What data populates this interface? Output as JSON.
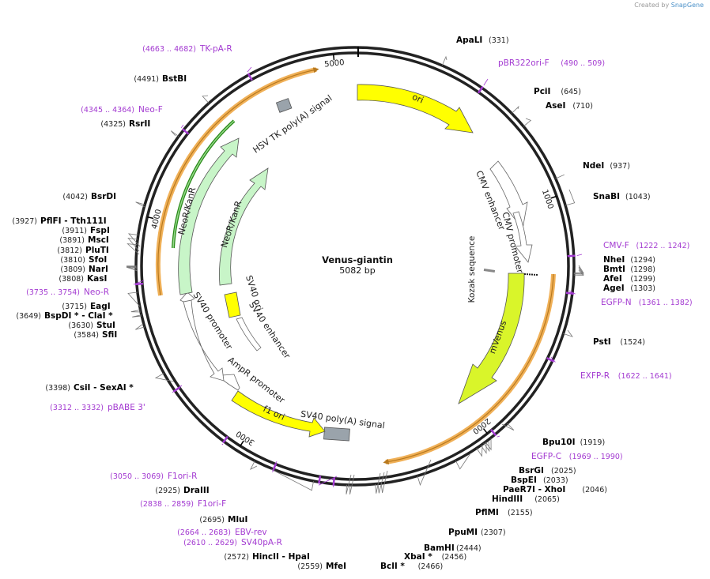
{
  "credit": {
    "prefix": "Created by",
    "brand": "SnapGene"
  },
  "plasmid": {
    "name": "Venus-giantin",
    "length_label": "5082 bp",
    "length": 5082
  },
  "tick_labels": [
    {
      "label": "1000",
      "pos": 1000
    },
    {
      "label": "2000",
      "pos": 2000
    },
    {
      "label": "3000",
      "pos": 3000
    },
    {
      "label": "4000",
      "pos": 4000
    },
    {
      "label": "5000",
      "pos": 5000
    }
  ],
  "colors": {
    "enzyme_text": "#000000",
    "enzyme_pos": "#333333",
    "primer": "#a33ad1",
    "ori": "#ffff00",
    "venus": "#d9f52a",
    "neo": "#c8f5c8",
    "orf": "#f5a623",
    "neo_orf": "#2a8a1a",
    "grey_box": "#9aa3ab"
  },
  "enzymes": [
    {
      "name": "ApaLI",
      "pos": "(331)",
      "site": 331
    },
    {
      "name": "PciI",
      "pos": "(645)",
      "site": 645
    },
    {
      "name": "AseI",
      "pos": "(710)",
      "site": 710
    },
    {
      "name": "NdeI",
      "pos": "(937)",
      "site": 937
    },
    {
      "name": "SnaBI",
      "pos": "(1043)",
      "site": 1043
    },
    {
      "name": "NheI",
      "pos": "(1294)",
      "site": 1294
    },
    {
      "name": "BmtI",
      "pos": "(1298)",
      "site": 1298
    },
    {
      "name": "AfeI",
      "pos": "(1299)",
      "site": 1299
    },
    {
      "name": "AgeI",
      "pos": "(1303)",
      "site": 1303
    },
    {
      "name": "PstI",
      "pos": "(1524)",
      "site": 1524
    },
    {
      "name": "Bpu10I",
      "pos": "(1919)",
      "site": 1919
    },
    {
      "name": "BsrGI",
      "pos": "(2025)",
      "site": 2025
    },
    {
      "name": "BspEI",
      "pos": "(2033)",
      "site": 2033
    },
    {
      "name": "PaeR7I",
      "name2": "XhoI",
      "pos": "(2046)",
      "site": 2046
    },
    {
      "name": "HindIII",
      "pos": "(2065)",
      "site": 2065
    },
    {
      "name": "PflMI",
      "pos": "(2155)",
      "site": 2155
    },
    {
      "name": "PpuMI",
      "pos": "(2307)",
      "site": 2307
    },
    {
      "name": "BamHI",
      "pos": "(2444)",
      "site": 2444
    },
    {
      "name": "XbaI *",
      "pos": "(2456)",
      "site": 2456
    },
    {
      "name": "BclI *",
      "pos": "(2466)",
      "site": 2466
    },
    {
      "name": "MfeI",
      "pos": "(2559)",
      "site": 2559
    },
    {
      "name": "HincII",
      "name2": "HpaI",
      "pos": "(2572)",
      "site": 2572
    },
    {
      "name": "MluI",
      "pos": "(2695)",
      "site": 2695
    },
    {
      "name": "DraIII",
      "pos": "(2925)",
      "site": 2925
    },
    {
      "name": "CsiI",
      "name2": "SexAI *",
      "pos": "(3398)",
      "site": 3398
    },
    {
      "name": "SfiI",
      "pos": "(3584)",
      "site": 3584
    },
    {
      "name": "StuI",
      "pos": "(3630)",
      "site": 3630
    },
    {
      "name": "BspDI *",
      "name2": "ClaI *",
      "pos": "(3649)",
      "site": 3649
    },
    {
      "name": "EagI",
      "pos": "(3715)",
      "site": 3715
    },
    {
      "name": "KasI",
      "pos": "(3808)",
      "site": 3808
    },
    {
      "name": "NarI",
      "pos": "(3809)",
      "site": 3809
    },
    {
      "name": "SfoI",
      "pos": "(3810)",
      "site": 3810
    },
    {
      "name": "PluTI",
      "pos": "(3812)",
      "site": 3812
    },
    {
      "name": "MscI",
      "pos": "(3891)",
      "site": 3891
    },
    {
      "name": "FspI",
      "pos": "(3911)",
      "site": 3911
    },
    {
      "name": "PflFI",
      "name2": "Tth111I",
      "pos": "(3927)",
      "site": 3927
    },
    {
      "name": "BsrDI",
      "pos": "(4042)",
      "site": 4042
    },
    {
      "name": "RsrII",
      "pos": "(4325)",
      "site": 4325
    },
    {
      "name": "BstBI",
      "pos": "(4491)",
      "site": 4491
    }
  ],
  "primers": [
    {
      "name": "pBR322ori-F",
      "range": "(490 .. 509)",
      "site": 500
    },
    {
      "name": "CMV-F",
      "range": "(1222 .. 1242)",
      "site": 1232
    },
    {
      "name": "EGFP-N",
      "range": "(1361 .. 1382)",
      "site": 1372
    },
    {
      "name": "EXFP-R",
      "range": "(1622 .. 1641)",
      "site": 1632
    },
    {
      "name": "EGFP-C",
      "range": "(1969 .. 1990)",
      "site": 1980
    },
    {
      "name": "SV40pA-R",
      "range": "(2610 .. 2629)",
      "site": 2620
    },
    {
      "name": "EBV-rev",
      "range": "(2664 .. 2683)",
      "site": 2674
    },
    {
      "name": "F1ori-F",
      "range": "(2838 .. 2859)",
      "site": 2849
    },
    {
      "name": "F1ori-R",
      "range": "(3050 .. 3069)",
      "site": 3060
    },
    {
      "name": "pBABE 3'",
      "range": "(3312 .. 3332)",
      "site": 3322
    },
    {
      "name": "Neo-R",
      "range": "(3735 .. 3754)",
      "site": 3745
    },
    {
      "name": "Neo-F",
      "range": "(4345 .. 4364)",
      "site": 4355
    },
    {
      "name": "TK-pA-R",
      "range": "(4663 .. 4682)",
      "site": 4673
    }
  ],
  "features": [
    {
      "name": "ori",
      "kind": "ori",
      "start": 150,
      "end": 740
    },
    {
      "name": "CMV enhancer",
      "kind": "outline",
      "start": 840,
      "end": 1200
    },
    {
      "name": "CMV promoter",
      "kind": "outline",
      "start": 1200,
      "end": 1400
    },
    {
      "name": "Kozak sequence",
      "kind": "small",
      "start": 1415,
      "end": 1425
    },
    {
      "name": "mVenus",
      "kind": "venus",
      "start": 1430,
      "end": 2150
    },
    {
      "name": "SV40 poly(A) signal",
      "kind": "greybox",
      "start": 2470,
      "end": 2570
    },
    {
      "name": "f1 ori",
      "kind": "ori",
      "start": 2630,
      "end": 3080
    },
    {
      "name": "AmpR promoter",
      "kind": "outline",
      "start": 3085,
      "end": 3190
    },
    {
      "name": "SV40 promoter",
      "kind": "outline",
      "start": 3195,
      "end": 3550
    },
    {
      "name": "SV40 ori",
      "kind": "ori",
      "start": 3460,
      "end": 3590
    },
    {
      "name": "SV40 enhancer",
      "kind": "outline",
      "start": 3260,
      "end": 3455
    },
    {
      "name": "NeoR/KanR",
      "kind": "neo",
      "start": 3610,
      "end": 4400
    },
    {
      "name": "NeoR/KanR",
      "kind": "neo",
      "start": 3700,
      "end": 4600
    },
    {
      "name": "HSV TK poly(A) signal",
      "kind": "greybox",
      "start": 4650,
      "end": 4720
    }
  ]
}
